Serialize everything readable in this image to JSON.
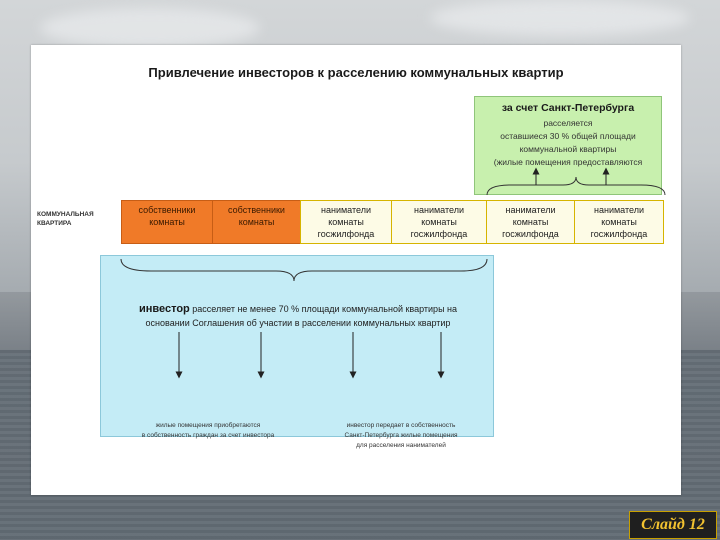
{
  "title": "Привлечение инвесторов к расселению коммунальных квартир",
  "green_box": {
    "heading": "за счет Санкт-Петербурга",
    "lines": [
      "расселяется",
      "оставшиеся 30 % общей площади",
      "коммунальной квартиры",
      "(жилые помещения предоставляются"
    ]
  },
  "row_label": [
    "КОММУНАЛЬНАЯ",
    "КВАРТИРА"
  ],
  "cells": [
    {
      "lines": [
        "собственники",
        "комнаты"
      ]
    },
    {
      "lines": [
        "собственники",
        "комнаты"
      ]
    },
    {
      "lines": [
        "наниматели",
        "комнаты",
        "госжилфонда"
      ]
    },
    {
      "lines": [
        "наниматели",
        "комнаты",
        "госжилфонда"
      ]
    },
    {
      "lines": [
        "наниматели",
        "комнаты",
        "госжилфонда"
      ]
    },
    {
      "lines": [
        "наниматели",
        "комнаты",
        "госжилфонда"
      ]
    }
  ],
  "blue_box": {
    "investor_word": "инвестор",
    "line1_rest": " расселяет не менее 70 %  площади коммунальной квартиры  на",
    "line2": "основании Соглашения об участии в расселении коммунальных квартир",
    "note_left": [
      "жилые помещения приобретаются",
      "в собственность граждан за счет инвестора"
    ],
    "note_right": [
      "инвестор передает в собственность",
      "Санкт-Петербурга жилые помещения",
      "для расселения нанимателей"
    ]
  },
  "slide_badge": "Слайд 12"
}
